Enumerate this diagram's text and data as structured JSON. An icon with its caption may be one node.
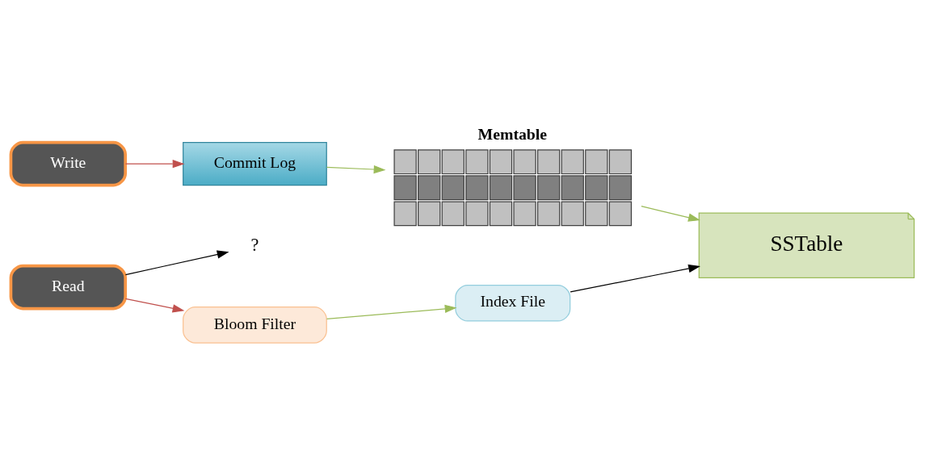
{
  "diagram": {
    "nodes": [
      {
        "text": [
          "Write"
        ]
      },
      {
        "text": [
          "Commit Log"
        ]
      },
      {
        "text": [
          "Memtable"
        ]
      },
      {
        "text": [
          "?"
        ]
      },
      {
        "text": [
          "SSTable"
        ]
      },
      {
        "text": [
          "Read"
        ]
      },
      {
        "text": [
          "Bloom Filter"
        ]
      },
      {
        "text": [
          "Index File"
        ]
      }
    ],
    "edges": [
      {
        "from": 0,
        "to": 1,
        "arrow": "to",
        "color": "#c0504d"
      },
      {
        "from": 1,
        "to": 2,
        "arrow": "to",
        "color": "#9bbb59"
      },
      {
        "from": 5,
        "to": 3,
        "arrow": "to",
        "color": "#000000"
      },
      {
        "from": 2,
        "to": 4,
        "arrow": "to",
        "color": "#9bbb59"
      },
      {
        "from": 5,
        "to": 6,
        "arrow": "to",
        "color": "#c0504d"
      },
      {
        "from": 6,
        "to": 7,
        "arrow": "to",
        "color": "#9bbb59"
      },
      {
        "from": 7,
        "to": 4,
        "arrow": "to",
        "color": "#000000"
      }
    ]
  }
}
